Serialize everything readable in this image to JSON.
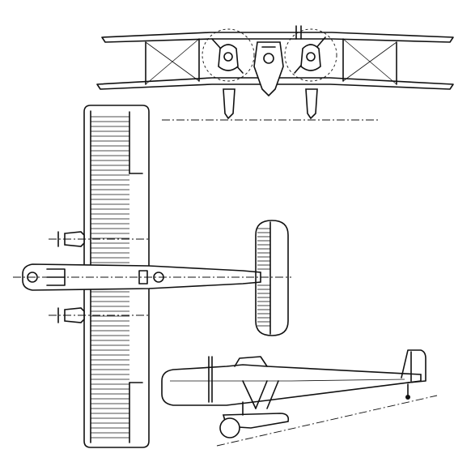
{
  "image": {
    "type": "three-view line drawing",
    "views": [
      "front",
      "plan",
      "side"
    ],
    "line_color": "#111111",
    "background": "#ffffff"
  }
}
